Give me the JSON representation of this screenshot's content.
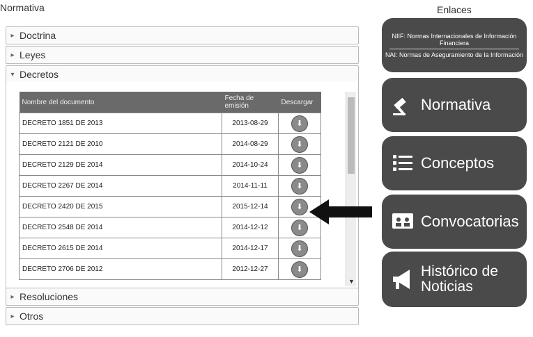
{
  "section_title": "Normativa",
  "accordion": {
    "doctrina": "Doctrina",
    "leyes": "Leyes",
    "decretos": "Decretos",
    "resoluciones": "Resoluciones",
    "otros": "Otros"
  },
  "table": {
    "headers": [
      "Nombre del documento",
      "Fecha de emisión",
      "Descargar"
    ],
    "rows": [
      {
        "name": "DECRETO 1851 DE 2013",
        "date": "2013-08-29"
      },
      {
        "name": "DECRETO 2121 DE 2010",
        "date": "2014-08-29"
      },
      {
        "name": "DECRETO 2129 DE 2014",
        "date": "2014-10-24"
      },
      {
        "name": "DECRETO 2267 DE 2014",
        "date": "2014-11-11"
      },
      {
        "name": "DECRETO 2420 DE 2015",
        "date": "2015-12-14"
      },
      {
        "name": "DECRETO 2548 DE 2014",
        "date": "2014-12-12"
      },
      {
        "name": "DECRETO 2615 DE 2014",
        "date": "2014-12-17"
      },
      {
        "name": "DECRETO 2706 DE 2012",
        "date": "2012-12-27"
      }
    ]
  },
  "enlaces": {
    "title": "Enlaces",
    "niif": "NIIF: Normas Internacionales de Información Financiera",
    "nai": "NAI: Normas de Aseguramiento de la Información",
    "normativa": "Normativa",
    "conceptos": "Conceptos",
    "convocatorias": "Convocatorias",
    "historico_line1": "Histórico de",
    "historico_line2": "Noticias"
  }
}
